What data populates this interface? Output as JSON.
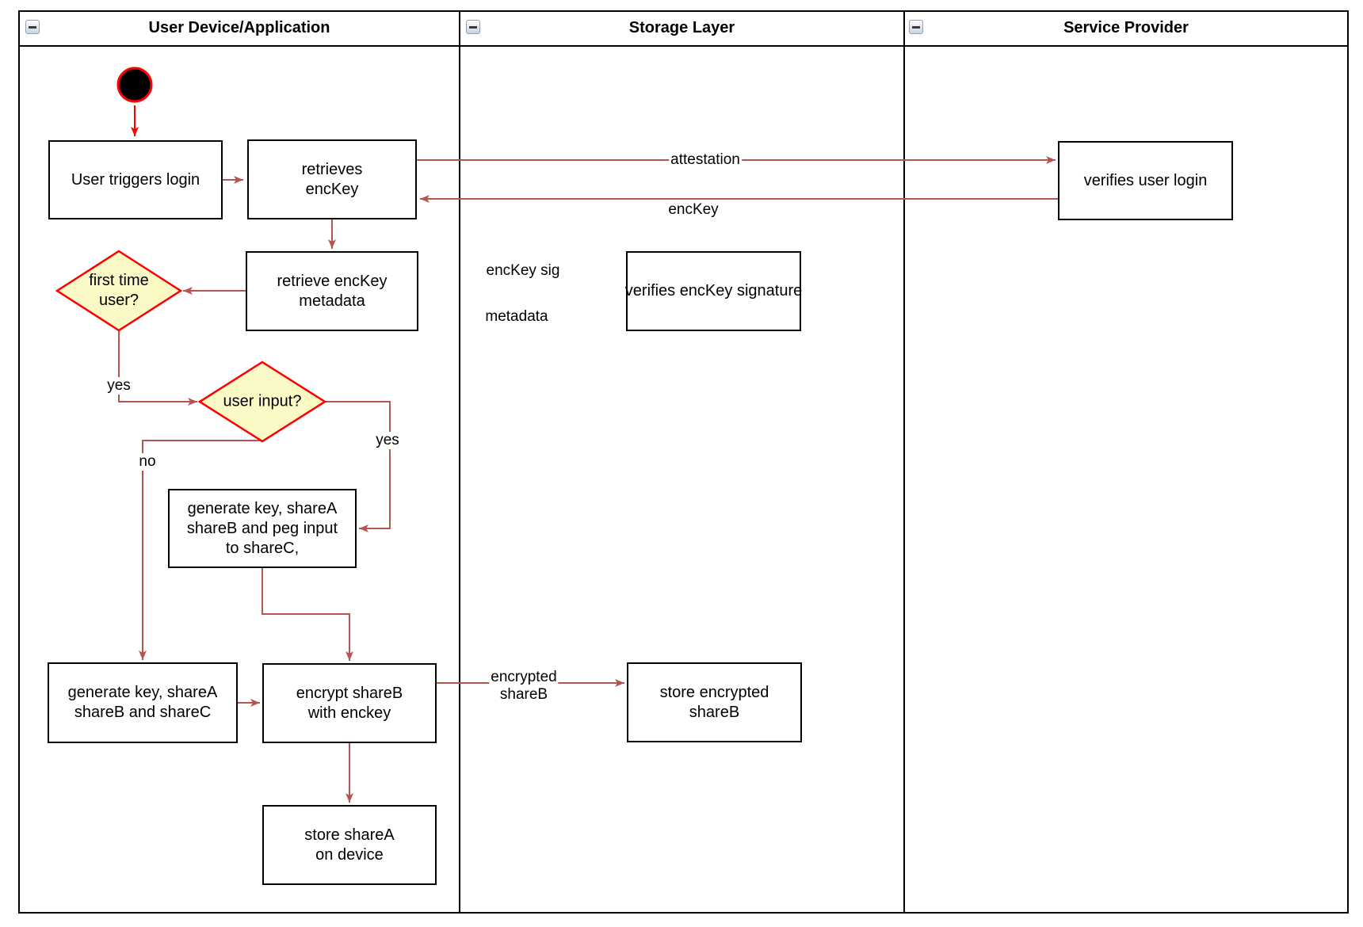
{
  "palette": {
    "edge_color": "#B85450",
    "highlight_red": "#FF0000",
    "decision_fill": "#FBF9C6",
    "shape_border": "#000000"
  },
  "lanes": [
    {
      "title": "User Device/Application"
    },
    {
      "title": "Storage Layer"
    },
    {
      "title": "Service Provider"
    }
  ],
  "nodes": {
    "user_triggers_login": {
      "label": "User triggers login"
    },
    "retrieves_enckey": {
      "label": "retrieves\nencKey"
    },
    "verifies_user_login": {
      "label": "verifies user login"
    },
    "retrieve_enckey_metadata": {
      "label": "retrieve encKey\nmetadata"
    },
    "verifies_enckey_signature": {
      "label": "verifies encKey signature"
    },
    "first_time_user": {
      "label": "first time\nuser?"
    },
    "user_input": {
      "label": "user input?"
    },
    "generate_key_peg": {
      "label": "generate key, shareA\nshareB and peg input\nto shareC,"
    },
    "generate_key_sharec": {
      "label": "generate key, shareA\nshareB and shareC"
    },
    "encrypt_shareb": {
      "label": "encrypt shareB\nwith enckey"
    },
    "store_sharea": {
      "label": "store shareA\non device"
    },
    "store_encrypted_shareb": {
      "label": "store encrypted\nshareB"
    }
  },
  "edge_labels": {
    "attestation": "attestation",
    "enckey": "encKey",
    "enckey_sig": "encKey sig",
    "metadata": "metadata",
    "first_time_yes": "yes",
    "user_input_yes": "yes",
    "user_input_no": "no",
    "encrypted_shareb": "encrypted\nshareB"
  }
}
